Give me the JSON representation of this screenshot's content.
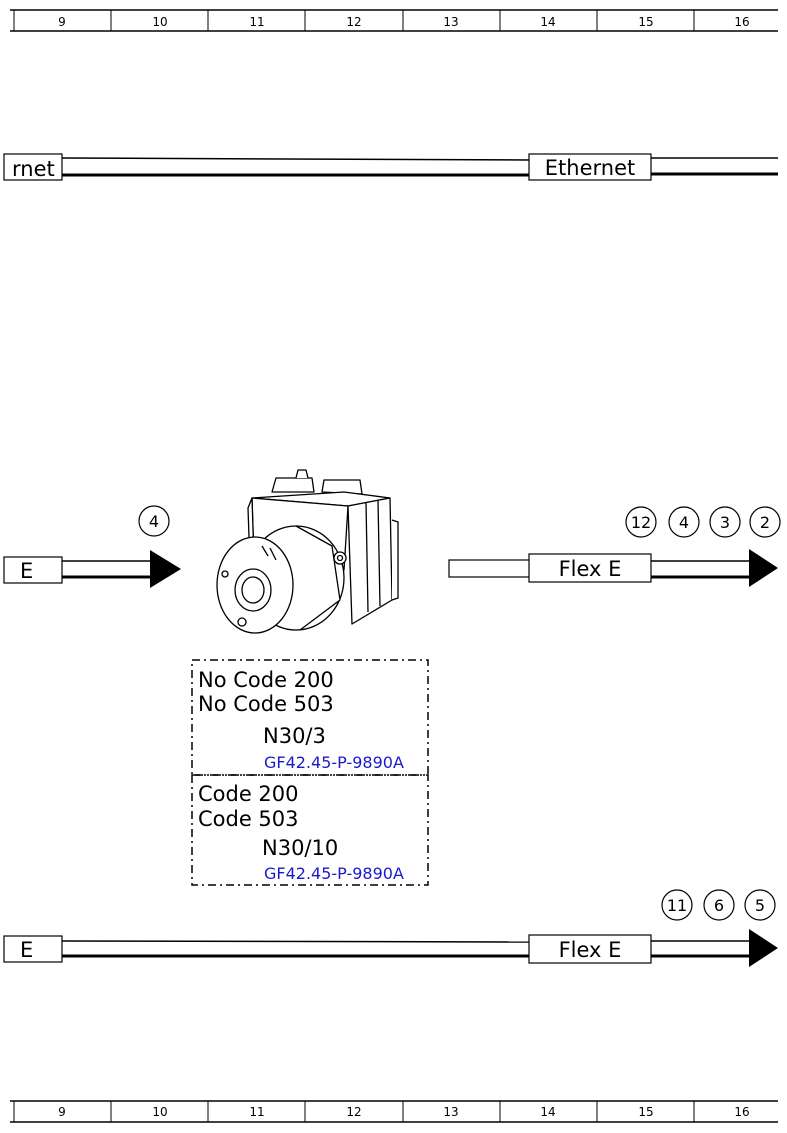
{
  "grid": {
    "columns": [
      "9",
      "10",
      "11",
      "12",
      "13",
      "14",
      "15",
      "16"
    ]
  },
  "connectors": {
    "ethernet_left": "rnet",
    "ethernet_right": "Ethernet",
    "flex_mid_left": "E",
    "flex_mid_right": "Flex E",
    "flex_bottom_left": "E",
    "flex_bottom_right": "Flex E"
  },
  "callouts": {
    "mid_left": [
      "4"
    ],
    "mid_right": [
      "12",
      "4",
      "3",
      "2"
    ],
    "bottom_right": [
      "11",
      "6",
      "5"
    ]
  },
  "component": {
    "icon": "abs-control-unit-icon",
    "box1": {
      "line1": "No Code 200",
      "line2": "No Code 503",
      "designation": "N30/3",
      "ref": "GF42.45-P-9890A"
    },
    "box2": {
      "line1": "Code 200",
      "line2": "Code 503",
      "designation": "N30/10",
      "ref": "GF42.45-P-9890A"
    }
  },
  "colors": {
    "line": "#000000",
    "link": "#1a1acc",
    "background": "#ffffff"
  }
}
